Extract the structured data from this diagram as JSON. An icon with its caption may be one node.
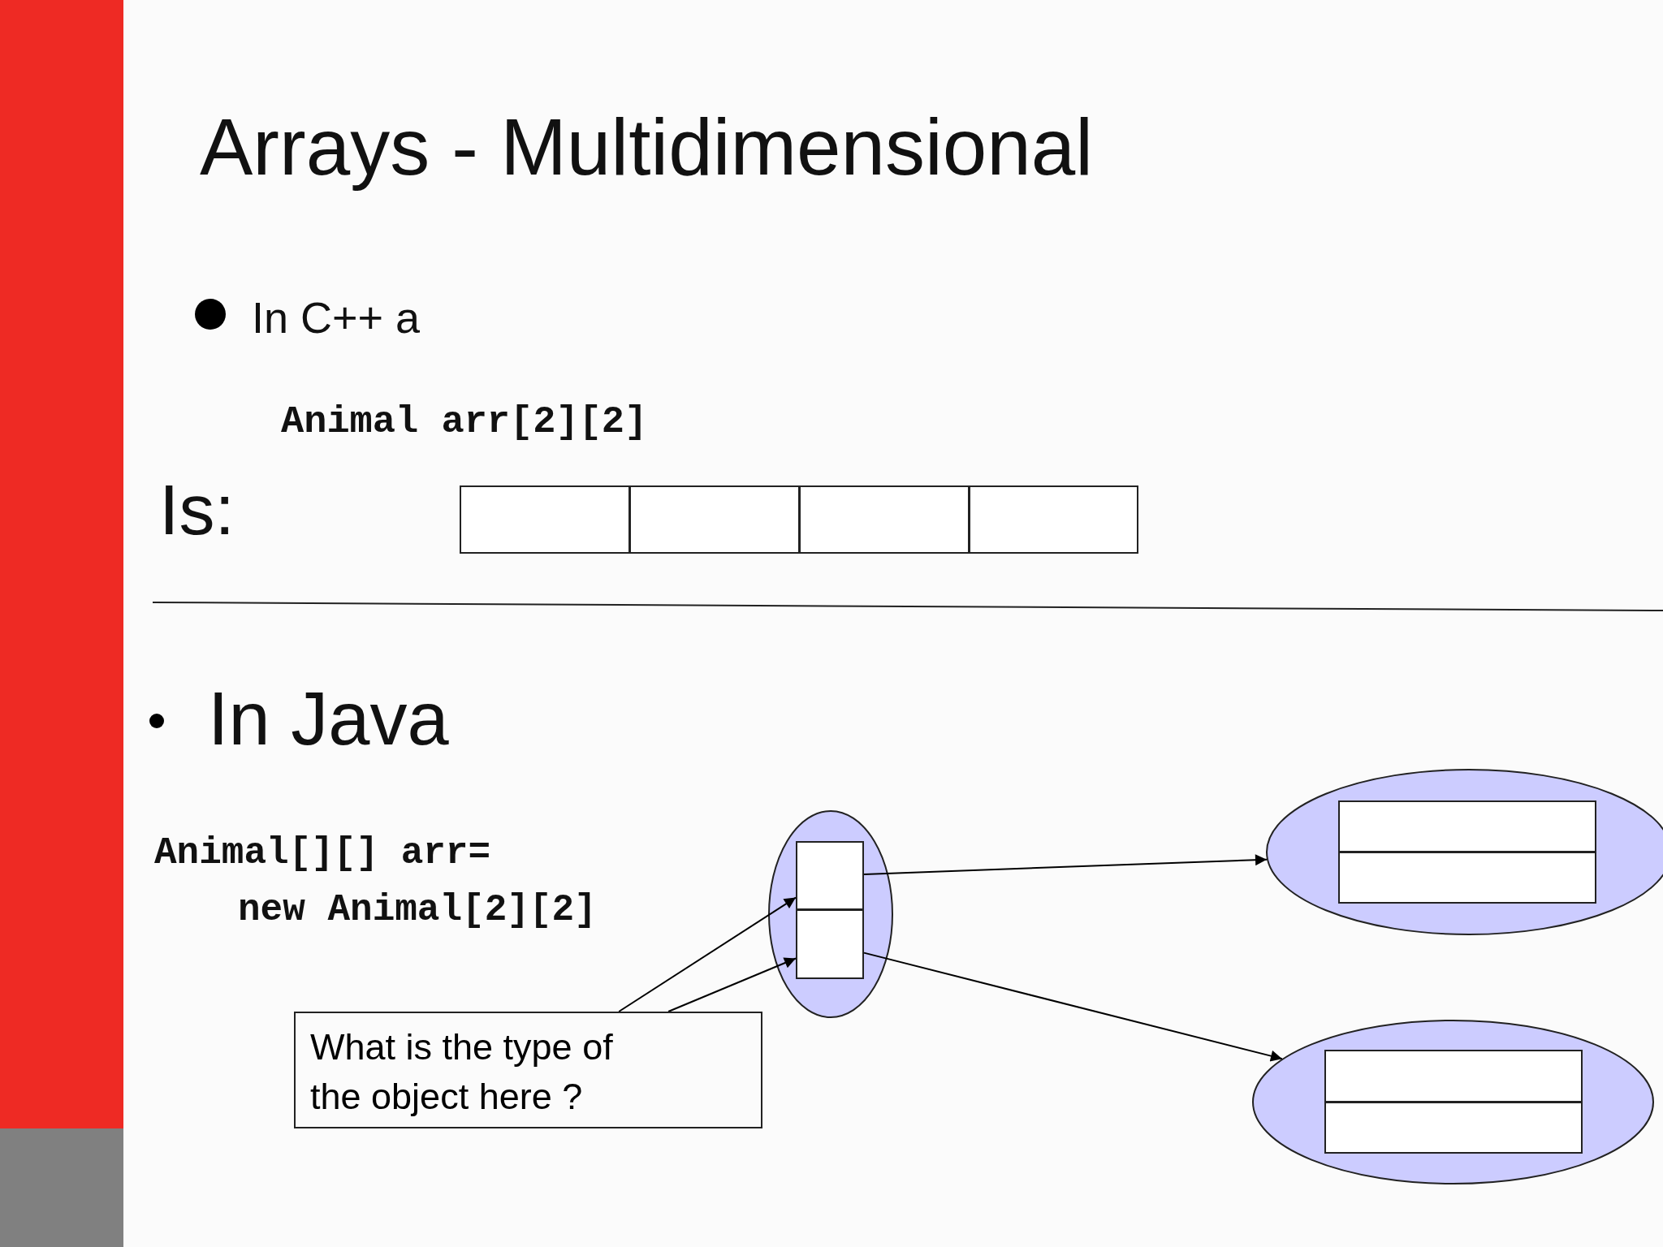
{
  "diagram": {
    "title": "Arrays - Multidimensional",
    "nodes": [
      {
        "text": [],
        "shape": "box"
      },
      {
        "text": [],
        "shape": "box"
      },
      {
        "text": [],
        "shape": "box"
      },
      {
        "text": [],
        "shape": "box"
      },
      {
        "text": [],
        "shape": "ellipse"
      },
      {
        "text": [],
        "shape": "box",
        "in": 4
      },
      {
        "text": [],
        "shape": "box",
        "in": 4
      },
      {
        "text": [],
        "shape": "ellipse"
      },
      {
        "text": [],
        "shape": "box",
        "in": 7
      },
      {
        "text": [],
        "shape": "box",
        "in": 7
      },
      {
        "text": [],
        "shape": "ellipse"
      },
      {
        "text": [],
        "shape": "box",
        "in": 10
      },
      {
        "text": [],
        "shape": "box",
        "in": 10
      },
      {
        "text": [
          "What is the type of the object here ?"
        ]
      }
    ],
    "edges": [
      {
        "from": 5,
        "to": 7,
        "arrow": "to"
      },
      {
        "from": 6,
        "to": 10,
        "arrow": "to"
      },
      {
        "from": 13,
        "to": 5,
        "arrow": "to"
      },
      {
        "from": 13,
        "to": 6,
        "arrow": "to"
      }
    ],
    "labels": [
      "In C++ a",
      "Animal arr[2][2]",
      "Is:",
      "In Java",
      "Animal[][] arr=",
      "new Animal[2][2]"
    ]
  }
}
